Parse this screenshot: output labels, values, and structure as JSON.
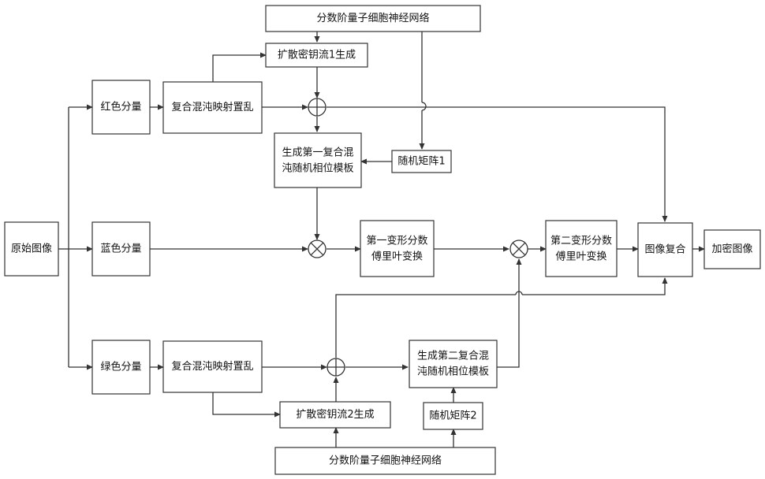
{
  "nodes": {
    "original_image": "原始图像",
    "red_component": "红色分量",
    "blue_component": "蓝色分量",
    "green_component": "绿色分量",
    "scramble_top": "复合混沌映射置乱",
    "scramble_bottom": "复合混沌映射置乱",
    "fnn_top": "分数阶量子细胞神经网络",
    "fnn_bottom": "分数阶量子细胞神经网络",
    "keystream1": "扩散密钥流1生成",
    "keystream2": "扩散密钥流2生成",
    "mask1": [
      "生成第一复合混",
      "沌随机相位模板"
    ],
    "mask2": [
      "生成第二复合混",
      "沌随机相位模板"
    ],
    "random_matrix1": "随机矩阵1",
    "random_matrix2": "随机矩阵2",
    "frft1": [
      "第一变形分数",
      "傅里叶变换"
    ],
    "frft2": [
      "第二变形分数",
      "傅里叶变换"
    ],
    "image_composite": "图像复合",
    "encrypted_image": "加密图像"
  }
}
